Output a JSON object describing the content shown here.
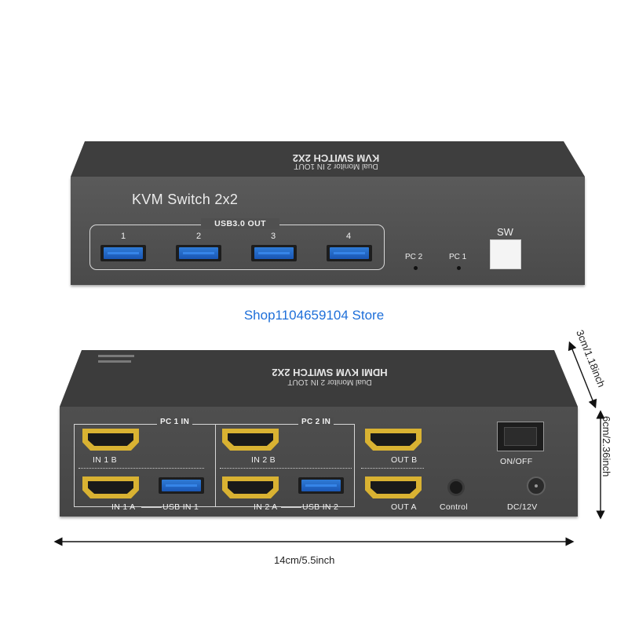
{
  "front": {
    "top_label_line1": "KVM SWITCH 2X2",
    "top_label_line2": "Dual Monitor 2 IN 1OUT",
    "brand": "KVM Switch 2x2",
    "usb_panel_title": "USB3.0 OUT",
    "usb_ports": [
      "1",
      "2",
      "3",
      "4"
    ],
    "pc2_label": "PC 2",
    "pc1_label": "PC 1",
    "sw_label": "SW"
  },
  "store_name": "Shop1104659104 Store",
  "back": {
    "top_label_line1": "HDMI KVM SWITCH 2X2",
    "top_label_line2": "Dual Monitor 2 IN 1OUT",
    "pc1_in": "PC 1 IN",
    "pc2_in": "PC 2 IN",
    "in1b": "IN 1 B",
    "in2b": "IN 2 B",
    "outb": "OUT B",
    "in1a": "IN 1 A",
    "usbin1": "USB IN 1",
    "in2a": "IN 2 A",
    "usbin2": "USB IN 2",
    "outa": "OUT A",
    "control": "Control",
    "onoff": "ON/OFF",
    "dc": "DC/12V"
  },
  "dimensions": {
    "width": "14cm/5.5inch",
    "height": "6cm/2.36inch",
    "depth": "3cm/1.18inch"
  },
  "colors": {
    "device_body": "#4a4a4a",
    "usb_blue": "#1a56b4",
    "hdmi_gold": "#d9b232",
    "store_text": "#1e6fd9"
  }
}
